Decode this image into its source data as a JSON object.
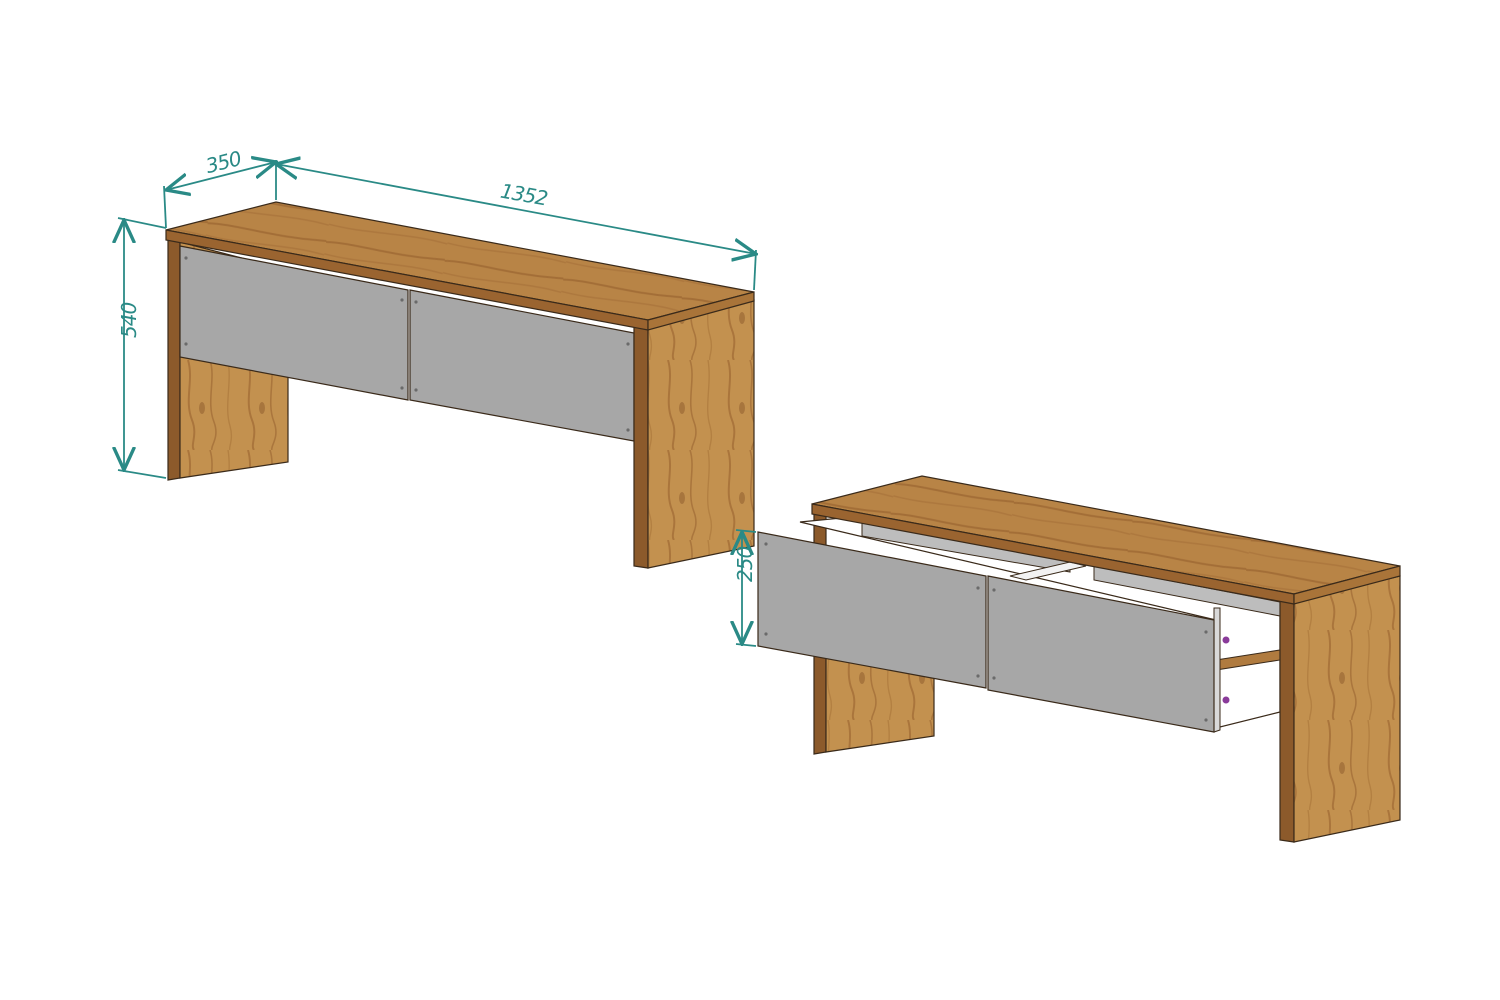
{
  "dimensions": {
    "depth": "350",
    "width": "1352",
    "height": "540",
    "drawer_height": "250"
  },
  "colors": {
    "dimension": "#2a8a86",
    "oak_light": "#c99a5e",
    "oak_mid": "#b07b3f",
    "oak_dark": "#8c5a2b",
    "front_gray": "#a7a7a7",
    "edge": "#3a2a1a",
    "drawer_interior": "#ffffff",
    "drawer_pin": "#8a3b9a"
  },
  "views": [
    {
      "name": "closed-view",
      "state": "drawers closed"
    },
    {
      "name": "open-view",
      "state": "drawers open"
    }
  ]
}
